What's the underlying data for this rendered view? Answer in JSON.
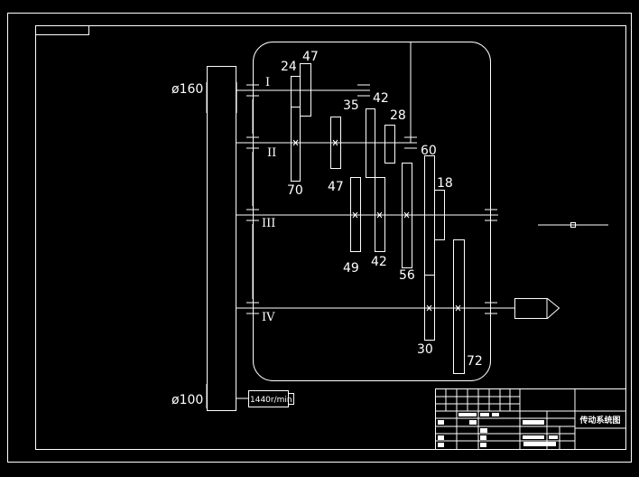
{
  "drawing": {
    "colors": {
      "background": "#000000",
      "lines": "#ffffff"
    },
    "pulley_top_diameter": "ø160",
    "pulley_bottom_diameter": "ø100",
    "motor_speed": "1440r/min",
    "shafts": [
      "I",
      "II",
      "III",
      "IV"
    ],
    "gears": [
      {
        "id": "g24",
        "teeth": "24"
      },
      {
        "id": "g47a",
        "teeth": "47"
      },
      {
        "id": "g35",
        "teeth": "35"
      },
      {
        "id": "g42a",
        "teeth": "42"
      },
      {
        "id": "g28",
        "teeth": "28"
      },
      {
        "id": "g60",
        "teeth": "60"
      },
      {
        "id": "g70",
        "teeth": "70"
      },
      {
        "id": "g47b",
        "teeth": "47"
      },
      {
        "id": "g18",
        "teeth": "18"
      },
      {
        "id": "g49",
        "teeth": "49"
      },
      {
        "id": "g42b",
        "teeth": "42"
      },
      {
        "id": "g56",
        "teeth": "56"
      },
      {
        "id": "g30",
        "teeth": "30"
      },
      {
        "id": "g72",
        "teeth": "72"
      }
    ]
  },
  "title_block": {
    "title": "传动系统图"
  }
}
